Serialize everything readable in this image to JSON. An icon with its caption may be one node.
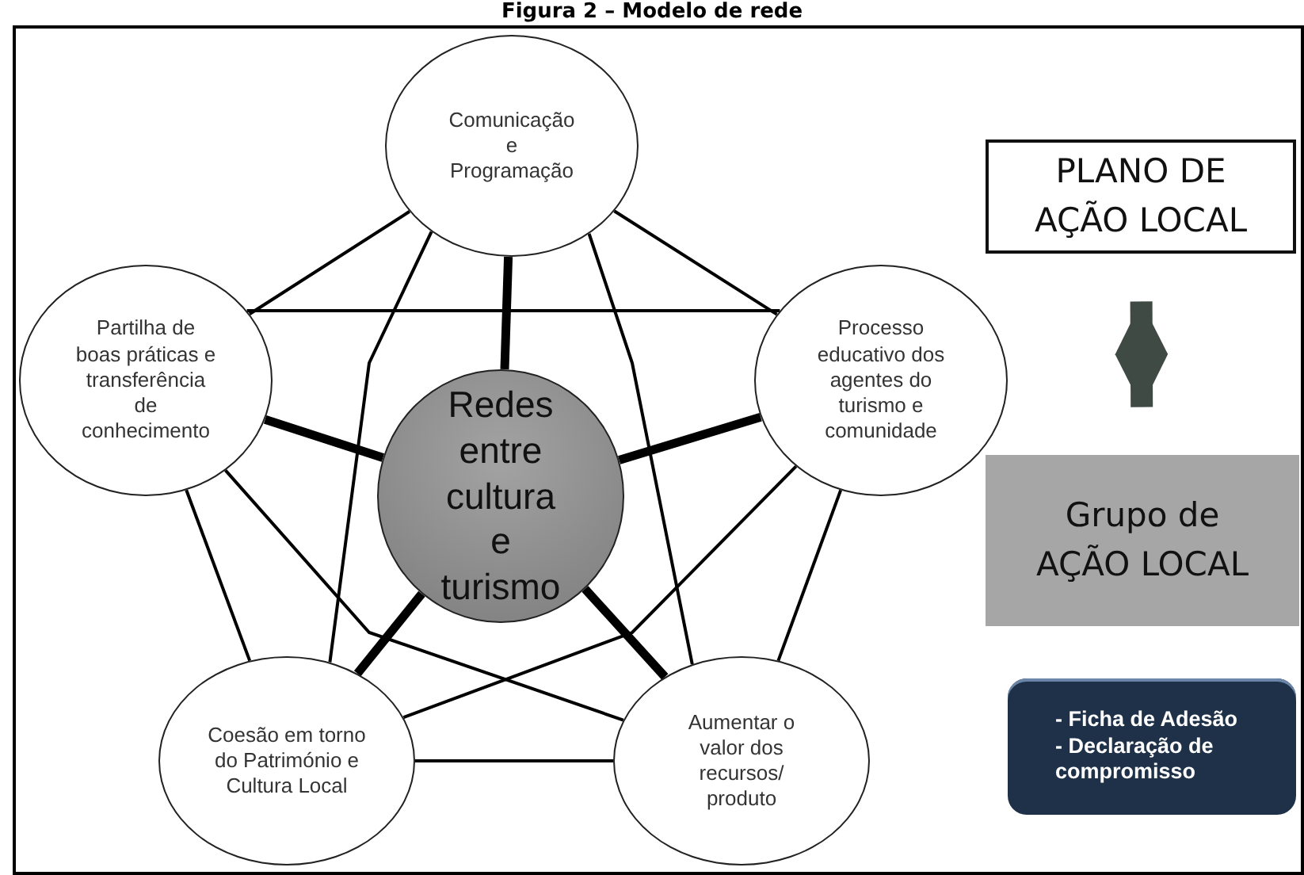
{
  "diagram": {
    "title": "Figura 2 – Modelo de rede",
    "nodes": [
      {
        "text": [
          "Comunicação e Programação"
        ]
      },
      {
        "text": [
          "Partilha de boas práticas e transferência de conhecimento"
        ]
      },
      {
        "text": [
          "Processo educativo dos agentes do turismo e comunidade"
        ]
      },
      {
        "text": [
          "Redes entre cultura e turismo"
        ]
      },
      {
        "text": [
          "Coesão em torno do Património e Cultura Local"
        ]
      },
      {
        "text": [
          "Aumentar o valor dos recursos/ produto"
        ]
      },
      {
        "text": [
          "PLANO DE AÇÃO LOCAL"
        ]
      },
      {
        "text": [
          "Grupo de AÇÃO LOCAL"
        ]
      },
      {
        "text": [
          "- Ficha de Adesão - Declaração de compromisso"
        ]
      }
    ],
    "edges": [
      {
        "from": 0,
        "to": 1,
        "arrow": "none"
      },
      {
        "from": 0,
        "to": 2,
        "arrow": "none"
      },
      {
        "from": 0,
        "to": 4,
        "arrow": "none"
      },
      {
        "from": 0,
        "to": 5,
        "arrow": "none"
      },
      {
        "from": 1,
        "to": 2,
        "arrow": "none"
      },
      {
        "from": 1,
        "to": 4,
        "arrow": "none"
      },
      {
        "from": 1,
        "to": 5,
        "arrow": "none"
      },
      {
        "from": 2,
        "to": 4,
        "arrow": "none"
      },
      {
        "from": 2,
        "to": 5,
        "arrow": "none"
      },
      {
        "from": 4,
        "to": 5,
        "arrow": "none"
      },
      {
        "from": 3,
        "to": 0,
        "arrow": "none",
        "style": "thick"
      },
      {
        "from": 3,
        "to": 1,
        "arrow": "none",
        "style": "thick"
      },
      {
        "from": 3,
        "to": 2,
        "arrow": "none",
        "style": "thick"
      },
      {
        "from": 3,
        "to": 4,
        "arrow": "none",
        "style": "thick"
      },
      {
        "from": 3,
        "to": 5,
        "arrow": "none",
        "style": "thick"
      },
      {
        "from": 6,
        "to": 7,
        "arrow": "both",
        "style": "thick",
        "color": "#3f4a44"
      }
    ]
  }
}
